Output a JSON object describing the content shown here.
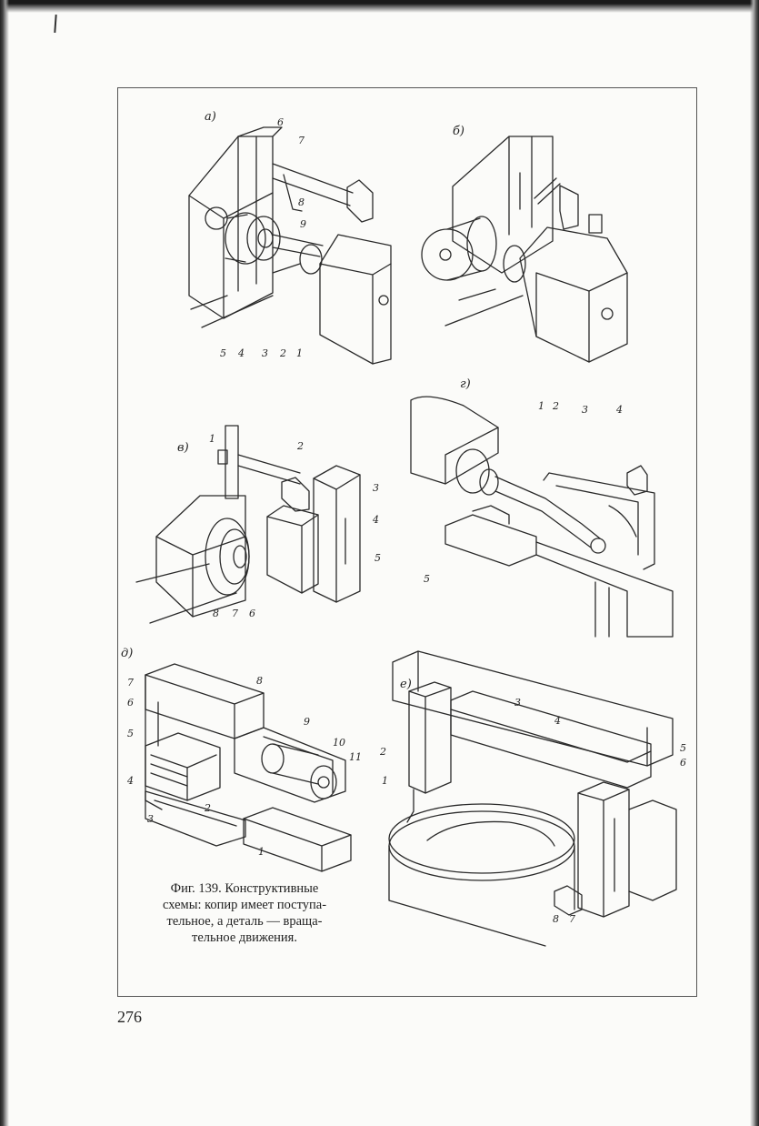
{
  "figure": {
    "panels": [
      {
        "id": "a",
        "tag": "а)",
        "labels": [
          "6",
          "7",
          "8",
          "9",
          "5",
          "4",
          "3",
          "2",
          "1"
        ]
      },
      {
        "id": "b",
        "tag": "б)",
        "labels": []
      },
      {
        "id": "v",
        "tag": "в)",
        "labels": [
          "1",
          "2",
          "3",
          "4",
          "5",
          "8",
          "7",
          "6"
        ]
      },
      {
        "id": "g",
        "tag": "г)",
        "labels": [
          "1",
          "2",
          "3",
          "4",
          "5"
        ]
      },
      {
        "id": "d",
        "tag": "д)",
        "labels": [
          "7",
          "8",
          "6",
          "9",
          "5",
          "10",
          "11",
          "4",
          "2",
          "3",
          "1"
        ]
      },
      {
        "id": "e",
        "tag": "е)",
        "labels": [
          "3",
          "4",
          "2",
          "1",
          "5",
          "6",
          "8",
          "7"
        ]
      }
    ]
  },
  "caption": {
    "line1": "Фиг. 139. Конструктивные",
    "line2": "схемы: копир имеет поступа-",
    "line3": "тельное, а деталь — враща-",
    "line4": "тельное движения."
  },
  "page_number": "276"
}
